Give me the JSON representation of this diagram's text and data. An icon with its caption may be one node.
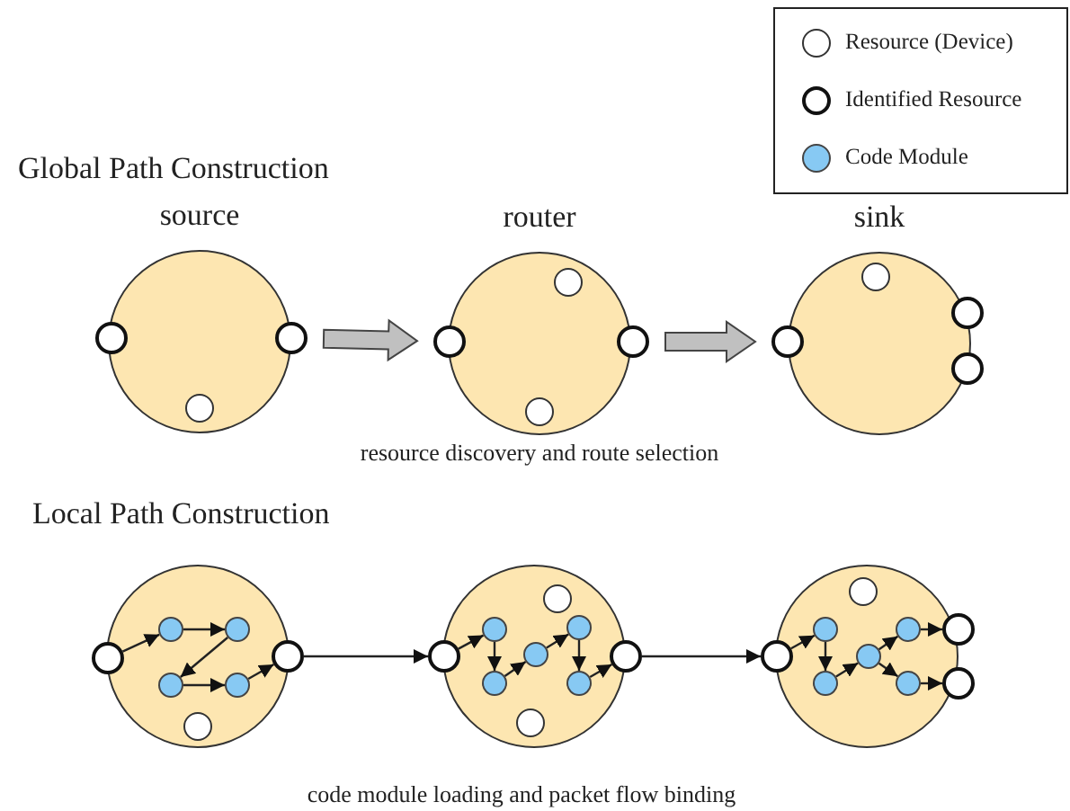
{
  "diagram": {
    "nodes": [
      {
        "text": [
          "source"
        ]
      },
      {
        "text": [],
        "shape": "circle",
        "in": 0
      },
      {
        "text": [],
        "shape": "circle"
      },
      {
        "text": [],
        "shape": "circle"
      },
      {
        "text": [
          "router"
        ]
      },
      {
        "text": [],
        "shape": "circle",
        "in": 4
      },
      {
        "text": [],
        "shape": "circle",
        "in": 4
      },
      {
        "text": [],
        "shape": "circle"
      },
      {
        "text": [],
        "shape": "circle"
      },
      {
        "text": [
          "sink"
        ]
      },
      {
        "text": [],
        "shape": "circle",
        "in": 9
      },
      {
        "text": [],
        "shape": "circle"
      },
      {
        "text": [],
        "shape": "circle"
      },
      {
        "text": [],
        "shape": "circle"
      },
      {
        "text": [],
        "shape": "circle"
      },
      {
        "text": [],
        "shape": "circle"
      },
      {
        "text": [],
        "shape": "circle",
        "in": 14
      },
      {
        "text": [],
        "shape": "circle",
        "in": 14
      },
      {
        "text": [],
        "shape": "circle",
        "in": 14
      },
      {
        "text": [],
        "shape": "circle",
        "in": 14
      },
      {
        "text": [],
        "shape": "circle",
        "in": 14
      },
      {
        "text": [],
        "shape": "circle"
      },
      {
        "text": [],
        "shape": "circle"
      },
      {
        "text": [],
        "shape": "circle"
      },
      {
        "text": [],
        "shape": "circle",
        "in": 22
      },
      {
        "text": [],
        "shape": "circle",
        "in": 22
      },
      {
        "text": [],
        "shape": "circle",
        "in": 22
      },
      {
        "text": [],
        "shape": "circle",
        "in": 22
      },
      {
        "text": [],
        "shape": "circle",
        "in": 22
      },
      {
        "text": [],
        "shape": "circle",
        "in": 22
      },
      {
        "text": [],
        "shape": "circle",
        "in": 22
      },
      {
        "text": [],
        "shape": "circle"
      },
      {
        "text": [],
        "shape": "circle"
      },
      {
        "text": [],
        "shape": "circle",
        "in": 32
      },
      {
        "text": [],
        "shape": "circle"
      },
      {
        "text": [],
        "shape": "circle",
        "in": 32
      },
      {
        "text": [],
        "shape": "circle",
        "in": 32
      },
      {
        "text": [],
        "shape": "circle",
        "in": 32
      },
      {
        "text": [],
        "shape": "circle",
        "in": 32
      },
      {
        "text": [],
        "shape": "circle",
        "in": 32
      },
      {
        "text": [],
        "shape": "circle"
      },
      {
        "text": [],
        "shape": "circle"
      }
    ],
    "edges": [
      {
        "from": 3,
        "to": 7,
        "arrow": "to",
        "style": "thick",
        "color": "#c0c0c0"
      },
      {
        "from": 8,
        "to": 11,
        "arrow": "to",
        "style": "thick",
        "color": "#c0c0c0"
      },
      {
        "from": 15,
        "to": 16,
        "arrow": "to"
      },
      {
        "from": 16,
        "to": 17,
        "arrow": "to"
      },
      {
        "from": 17,
        "to": 18,
        "arrow": "to"
      },
      {
        "from": 18,
        "to": 19,
        "arrow": "to"
      },
      {
        "from": 19,
        "to": 21,
        "arrow": "to"
      },
      {
        "from": 21,
        "to": 23,
        "arrow": "to"
      },
      {
        "from": 23,
        "to": 25,
        "arrow": "to"
      },
      {
        "from": 25,
        "to": 26,
        "arrow": "to"
      },
      {
        "from": 26,
        "to": 27,
        "arrow": "to"
      },
      {
        "from": 27,
        "to": 28,
        "arrow": "to"
      },
      {
        "from": 28,
        "to": 29,
        "arrow": "to"
      },
      {
        "from": 29,
        "to": 31,
        "arrow": "to"
      },
      {
        "from": 31,
        "to": 34,
        "arrow": "to"
      },
      {
        "from": 34,
        "to": 35,
        "arrow": "to"
      },
      {
        "from": 35,
        "to": 36,
        "arrow": "to"
      },
      {
        "from": 36,
        "to": 37,
        "arrow": "to"
      },
      {
        "from": 37,
        "to": 38,
        "arrow": "to"
      },
      {
        "from": 37,
        "to": 39,
        "arrow": "to"
      },
      {
        "from": 38,
        "to": 40,
        "arrow": "to"
      },
      {
        "from": 39,
        "to": 41,
        "arrow": "to"
      }
    ],
    "labels": [
      "Global Path Construction",
      "resource discovery and route selection",
      "Local Path Construction",
      "code module loading and packet flow binding"
    ],
    "legend": [
      {
        "text": "Resource (Device)"
      },
      {
        "text": "Identified Resource"
      },
      {
        "text": "Code Module",
        "color": "#87c9f3"
      }
    ]
  }
}
